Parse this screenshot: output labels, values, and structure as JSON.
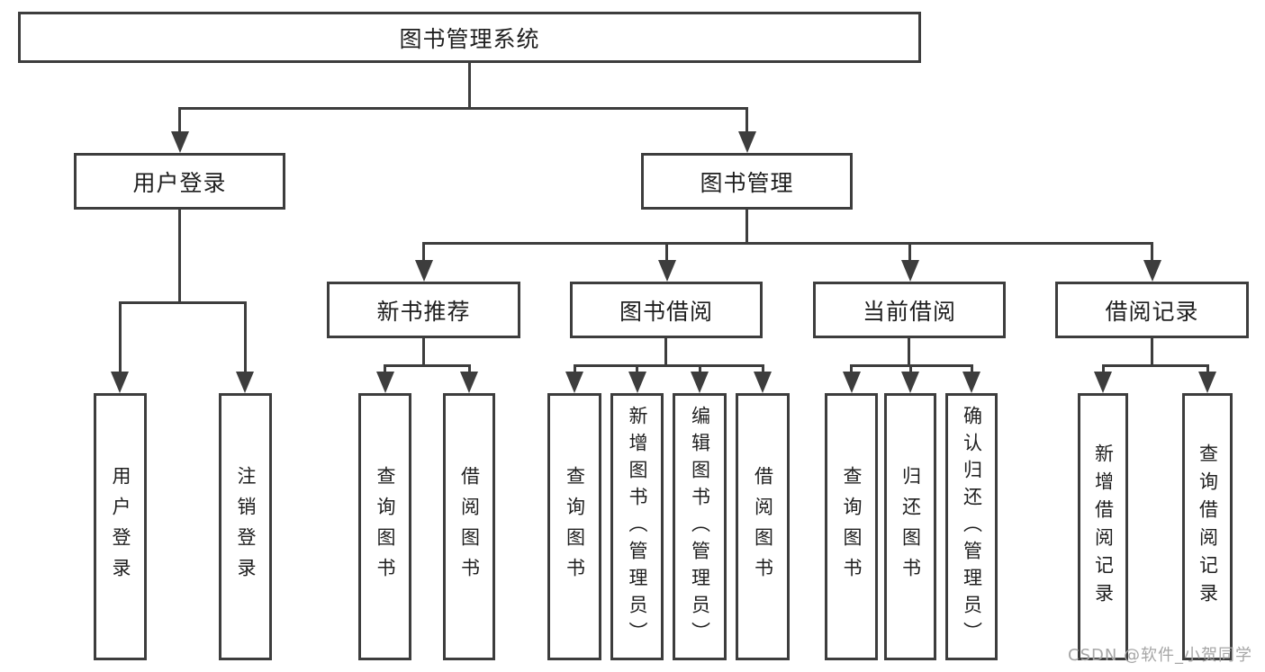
{
  "colors": {
    "line": "#3d3d3d",
    "text": "#1f1f1f",
    "box_bg": "#ffffff",
    "page_bg": "#ffffff",
    "watermark": "#a6a6a6"
  },
  "root": {
    "label": "图书管理系统"
  },
  "level2": {
    "user_login": {
      "label": "用户登录"
    },
    "book_mgmt": {
      "label": "图书管理"
    }
  },
  "level3": {
    "new_book_rec": {
      "label": "新书推荐"
    },
    "book_borrow": {
      "label": "图书借阅"
    },
    "current_borrow": {
      "label": "当前借阅"
    },
    "borrow_record": {
      "label": "借阅记录"
    }
  },
  "leaves": {
    "login": {
      "label": "用户登录"
    },
    "logout": {
      "label": "注销登录"
    },
    "rec_query": {
      "label": "查询图书"
    },
    "rec_borrow": {
      "label": "借阅图书"
    },
    "bb_query": {
      "label": "查询图书"
    },
    "bb_add": {
      "label": "新增图书（管理员）"
    },
    "bb_edit": {
      "label": "编辑图书（管理员）"
    },
    "bb_borrow": {
      "label": "借阅图书"
    },
    "cb_query": {
      "label": "查询图书"
    },
    "cb_return": {
      "label": "归还图书"
    },
    "cb_confirm": {
      "label": "确认归还（管理员）"
    },
    "br_add": {
      "label": "新增借阅记录"
    },
    "br_query": {
      "label": "查询借阅记录"
    }
  },
  "watermark": {
    "label": "CSDN @软件_小贺同学"
  }
}
